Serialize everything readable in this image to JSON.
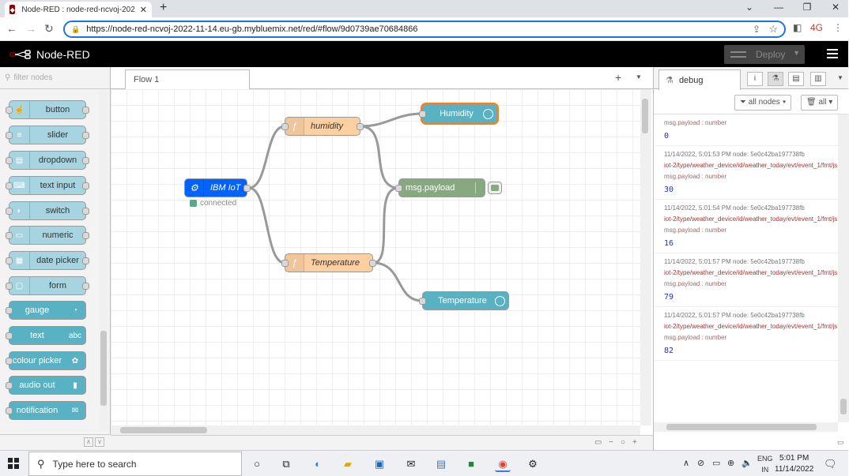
{
  "browser": {
    "tab_title": "Node-RED : node-red-ncvoj-202",
    "url": "https://node-red-ncvoj-2022-11-14.eu-gb.mybluemix.net/red/#flow/9d0739ae70684866",
    "profile_badge": "4G"
  },
  "header": {
    "app_name": "Node-RED",
    "deploy_label": "Deploy"
  },
  "palette": {
    "filter_placeholder": "filter nodes",
    "nodes": [
      {
        "label": "button",
        "icon": "hand-icon"
      },
      {
        "label": "slider",
        "icon": "slider-icon"
      },
      {
        "label": "dropdown",
        "icon": "list-icon"
      },
      {
        "label": "text input",
        "icon": "keyboard-icon"
      },
      {
        "label": "switch",
        "icon": "toggle-icon"
      },
      {
        "label": "numeric",
        "icon": "numeric-icon"
      },
      {
        "label": "date picker",
        "icon": "calendar-icon"
      },
      {
        "label": "form",
        "icon": "form-icon"
      },
      {
        "label": "gauge",
        "icon": "gauge-icon"
      },
      {
        "label": "text",
        "icon": "text-icon",
        "icon_text": "abc"
      },
      {
        "label": "colour picker",
        "icon": "palette-icon"
      },
      {
        "label": "audio out",
        "icon": "audio-icon"
      },
      {
        "label": "notification",
        "icon": "envelope-icon"
      }
    ]
  },
  "workspace": {
    "tab_label": "Flow 1",
    "nodes": {
      "ibm": {
        "label": "IBM IoT",
        "status": "connected"
      },
      "humidity_fn": {
        "label": "humidity"
      },
      "temperature_fn": {
        "label": "Temperature"
      },
      "humidity_gauge": {
        "label": "Humidity"
      },
      "debug": {
        "label": "msg.payload"
      },
      "temperature_gauge": {
        "label": "Temperature"
      }
    },
    "colors": {
      "function": "#fdd0a2",
      "dashboard": "#58b2c4",
      "ibm": "#0062ff",
      "debug": "#87a980",
      "selected": "#ff7f0e"
    }
  },
  "sidebar": {
    "tab_label": "debug",
    "filter_label": "all nodes",
    "clear_label": "all",
    "messages": [
      {
        "partial": true,
        "payload_type": "msg.payload : number",
        "value": "0"
      },
      {
        "meta": "11/14/2022, 5:01:53 PM   node: 5e0c42ba197738fb",
        "topic": "iot-2/type/weather_device/id/weather_today/evt/event_1/fmt/js",
        "payload_type": "msg.payload : number",
        "value": "30"
      },
      {
        "meta": "11/14/2022, 5:01:54 PM   node: 5e0c42ba197738fb",
        "topic": "iot-2/type/weather_device/id/weather_today/evt/event_1/fmt/js",
        "payload_type": "msg.payload : number",
        "value": "16"
      },
      {
        "meta": "11/14/2022, 5:01:57 PM   node: 5e0c42ba197738fb",
        "topic": "iot-2/type/weather_device/id/weather_today/evt/event_1/fmt/js",
        "payload_type": "msg.payload : number",
        "value": "79"
      },
      {
        "meta": "11/14/2022, 5:01:57 PM   node: 5e0c42ba197738fb",
        "topic": "iot-2/type/weather_device/id/weather_today/evt/event_1/fmt/js",
        "payload_type": "msg.payload : number",
        "value": "82"
      }
    ]
  },
  "taskbar": {
    "search_placeholder": "Type here to search",
    "lang": "ENG",
    "region": "IN",
    "time": "5:01 PM",
    "date": "11/14/2022"
  }
}
